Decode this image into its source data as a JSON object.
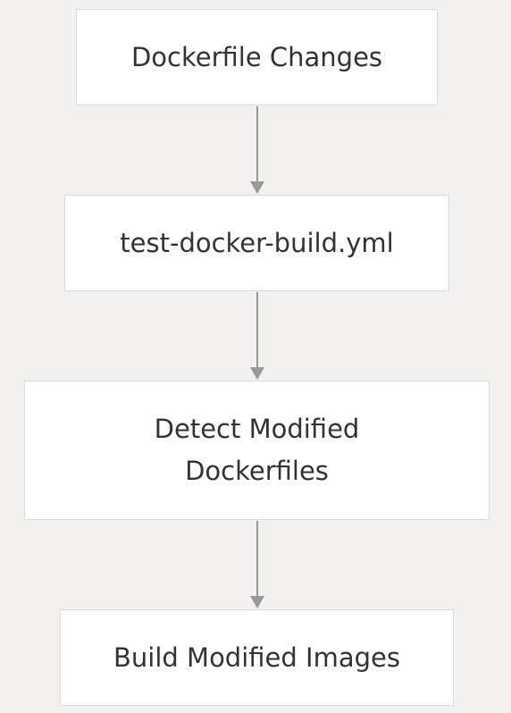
{
  "diagram": {
    "nodes": [
      {
        "id": "dockerfile_changes",
        "lines": [
          "Dockerfile Changes"
        ]
      },
      {
        "id": "test_docker_build",
        "lines": [
          "test-docker-build.yml"
        ]
      },
      {
        "id": "detect_modified",
        "lines": [
          "Detect Modified",
          "Dockerfiles"
        ]
      },
      {
        "id": "build_modified",
        "lines": [
          "Build Modified Images"
        ]
      }
    ],
    "edges": [
      {
        "from": "dockerfile_changes",
        "to": "test_docker_build"
      },
      {
        "from": "test_docker_build",
        "to": "detect_modified"
      },
      {
        "from": "detect_modified",
        "to": "build_modified"
      }
    ],
    "colors": {
      "background": "#f2f1f0",
      "node_fill": "#ffffff",
      "node_border": "#dcdcdc",
      "text": "#333333",
      "arrow": "#999999"
    }
  }
}
